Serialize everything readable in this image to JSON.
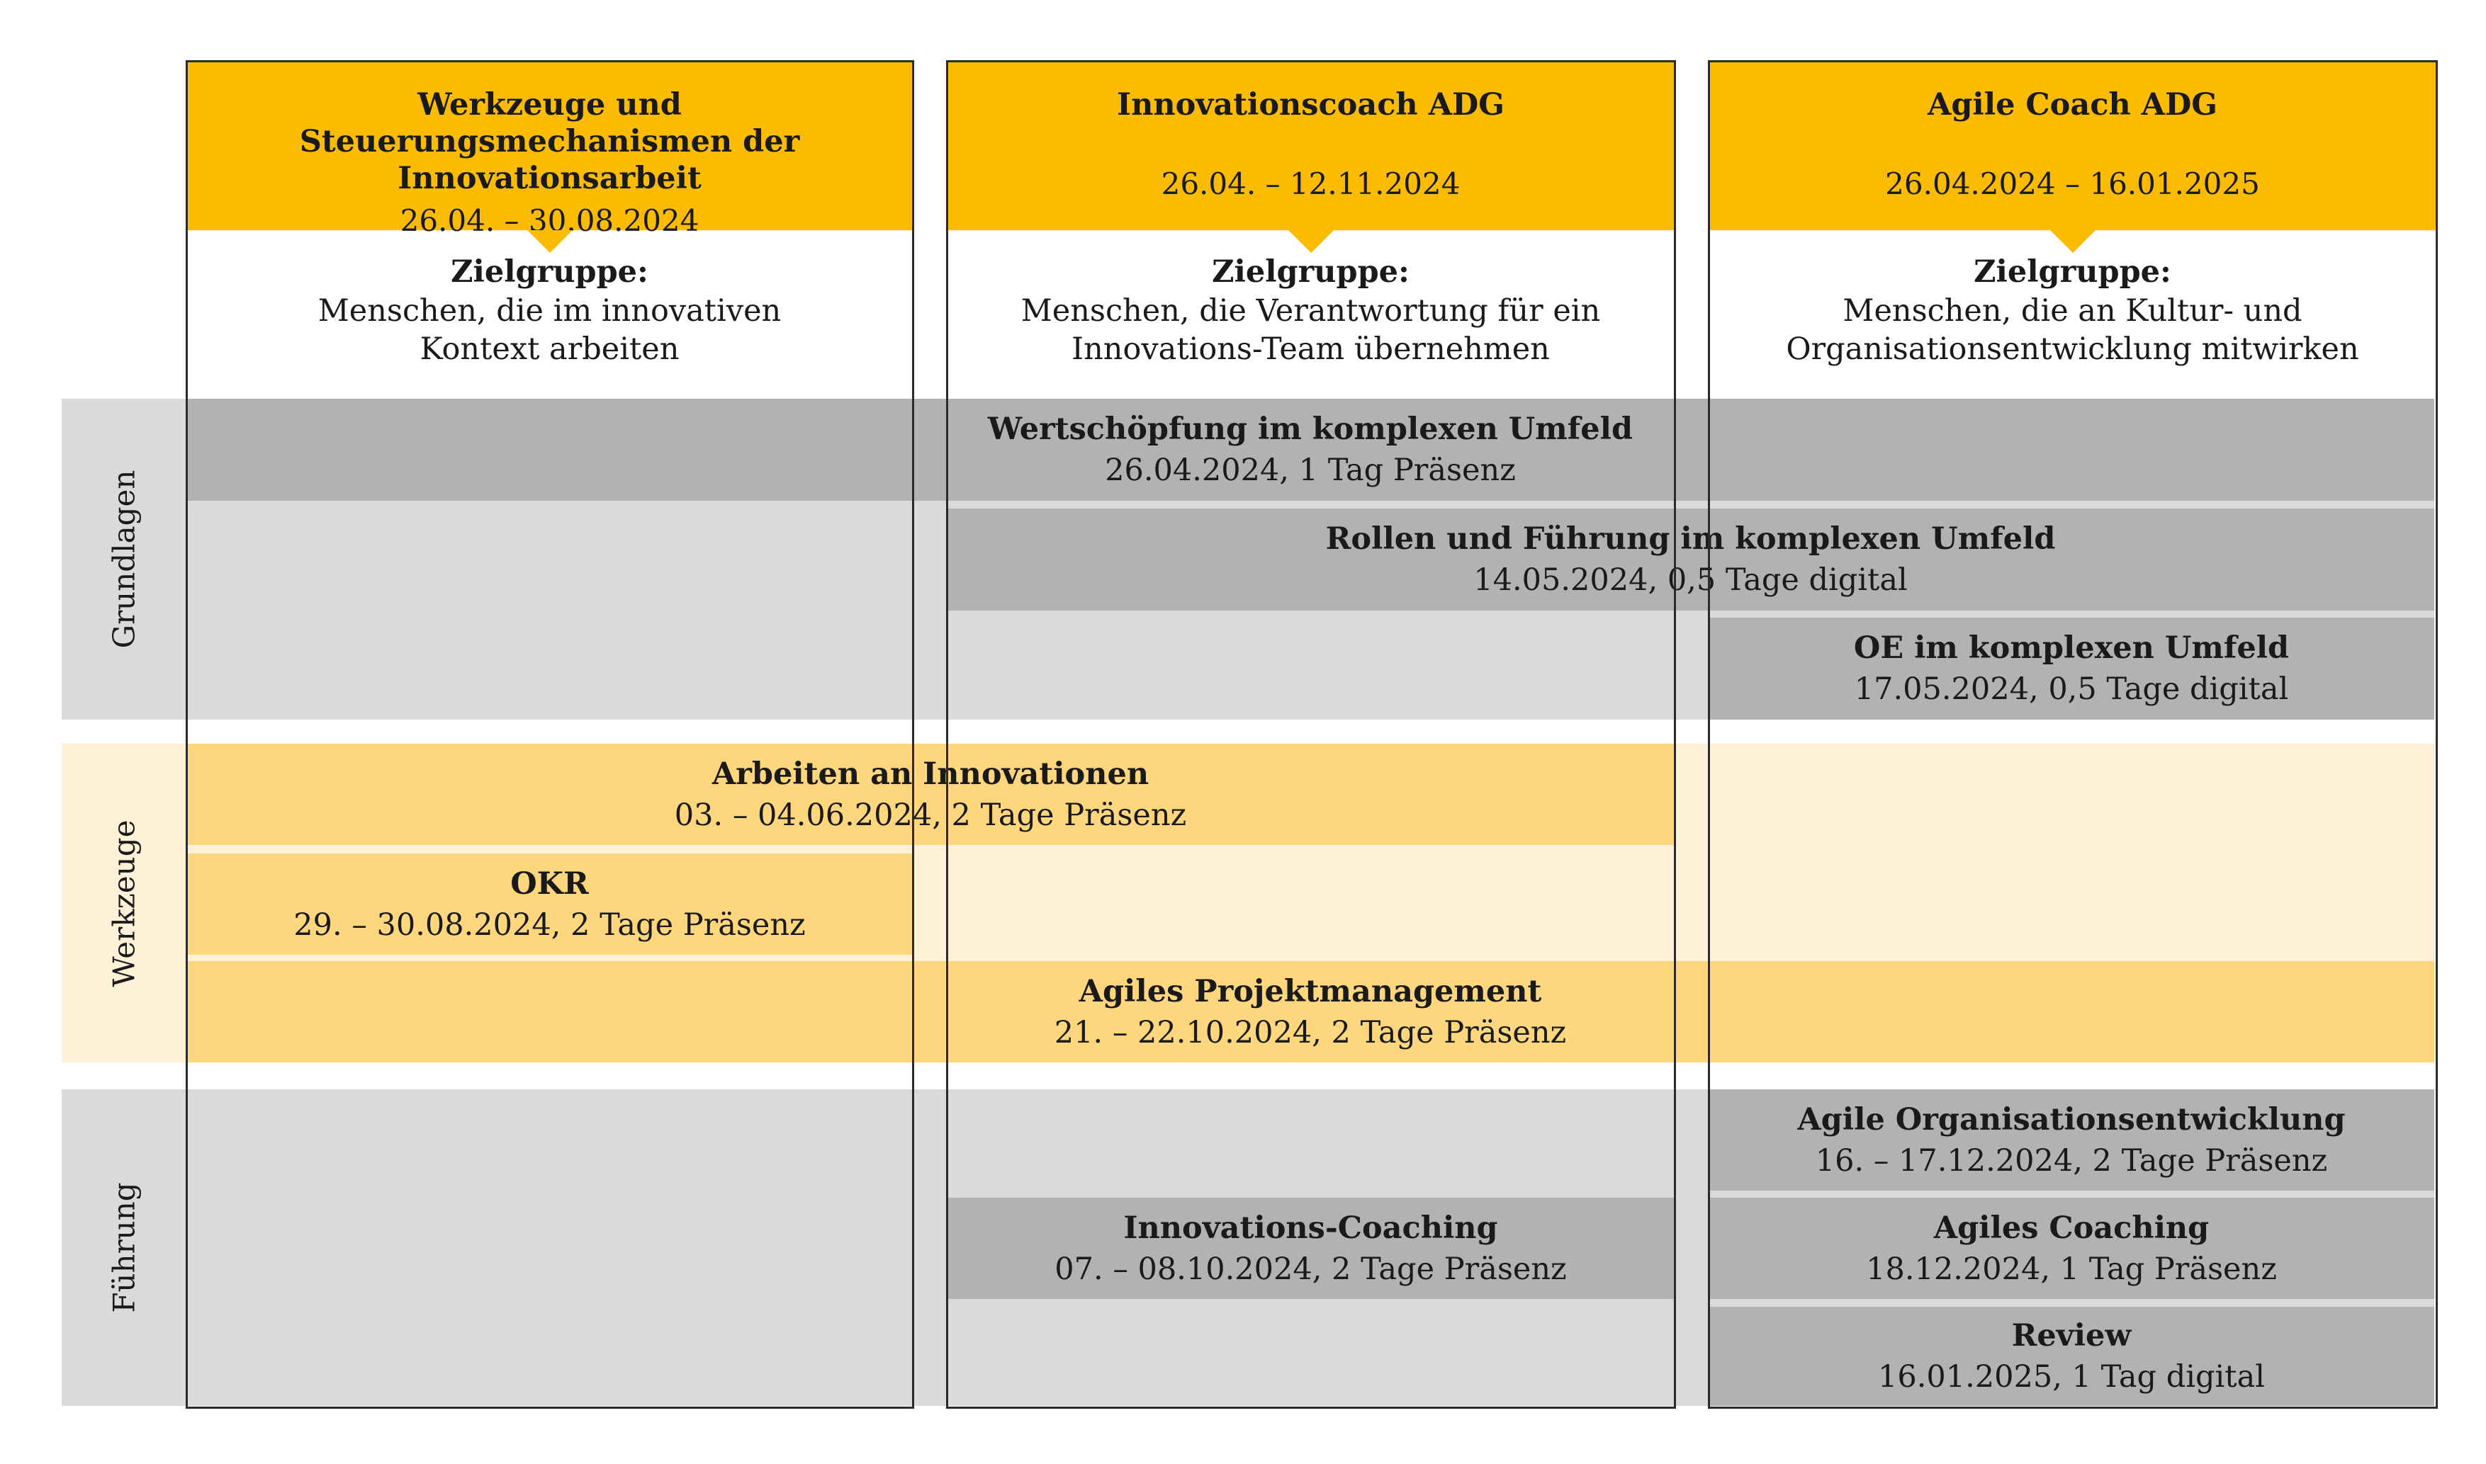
{
  "colors": {
    "header_yellow": "#fbbb00",
    "grundlagen_bg": "#dadada",
    "grundlagen_bar": "#b2b2b2",
    "werkzeuge_bg": "#fef1d8",
    "werkzeuge_bar": "#fdd67d",
    "border": "#2b2b2b"
  },
  "rows": {
    "grundlagen": "Grundlagen",
    "werkzeuge": "Werkzeuge",
    "fuehrung": "Führung"
  },
  "columns": [
    {
      "title": "Werkzeuge und Steuerungsmechanismen der Innovationsarbeit",
      "dates": "26.04. – 30.08.2024",
      "target_label": "Zielgruppe:",
      "target_text": "Menschen, die im innovativen\nKontext arbeiten"
    },
    {
      "title": "Innovationscoach ADG",
      "dates": "26.04. – 12.11.2024",
      "target_label": "Zielgruppe:",
      "target_text": "Menschen, die Verantwortung für ein\nInnovations-Team übernehmen"
    },
    {
      "title": "Agile Coach ADG",
      "dates": "26.04.2024 – 16.01.2025",
      "target_label": "Zielgruppe:",
      "target_text": "Menschen, die an Kultur- und\nOrganisationsentwicklung mitwirken"
    }
  ],
  "modules": [
    {
      "title": "Wertschöpfung im komplexen Umfeld",
      "detail": "26.04.2024, 1 Tag Präsenz"
    },
    {
      "title": "Rollen und Führung im komplexen Umfeld",
      "detail": "14.05.2024, 0,5 Tage digital"
    },
    {
      "title": "OE im komplexen Umfeld",
      "detail": "17.05.2024, 0,5 Tage digital"
    },
    {
      "title": "Arbeiten an Innovationen",
      "detail": "03. – 04.06.2024, 2 Tage Präsenz"
    },
    {
      "title": "OKR",
      "detail": "29. – 30.08.2024, 2 Tage Präsenz"
    },
    {
      "title": "Agiles Projektmanagement",
      "detail": "21. – 22.10.2024, 2 Tage Präsenz"
    },
    {
      "title": "Agile Organisationsentwicklung",
      "detail": "16. – 17.12.2024, 2 Tage Präsenz"
    },
    {
      "title": "Innovations-Coaching",
      "detail": "07. – 08.10.2024, 2 Tage Präsenz"
    },
    {
      "title": "Agiles Coaching",
      "detail": "18.12.2024, 1 Tag Präsenz"
    },
    {
      "title": "Review",
      "detail": "16.01.2025, 1 Tag digital"
    }
  ]
}
